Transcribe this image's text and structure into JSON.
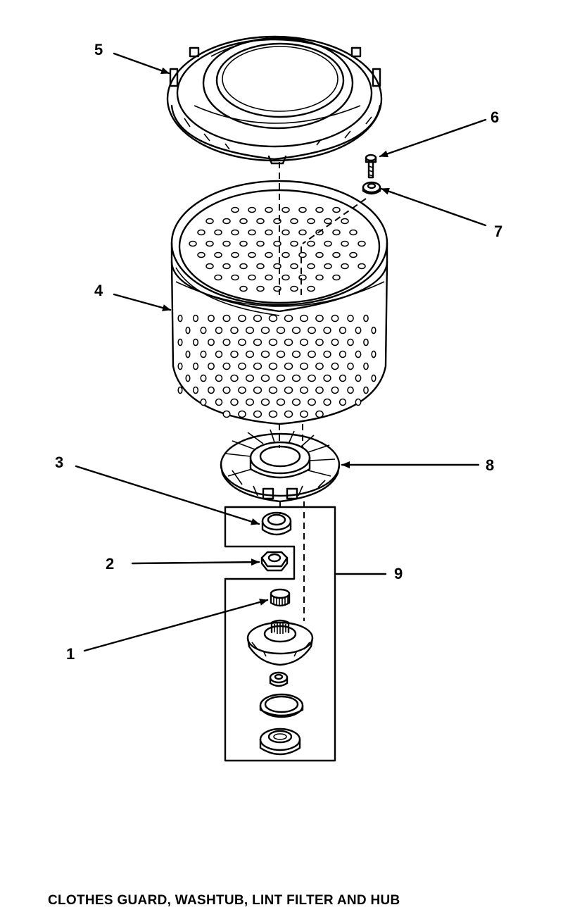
{
  "callouts": {
    "c1": "1",
    "c2": "2",
    "c3": "3",
    "c4": "4",
    "c5": "5",
    "c6": "6",
    "c7": "7",
    "c8": "8",
    "c9": "9"
  },
  "caption": "CLOTHES GUARD, WASHTUB, LINT FILTER AND HUB"
}
